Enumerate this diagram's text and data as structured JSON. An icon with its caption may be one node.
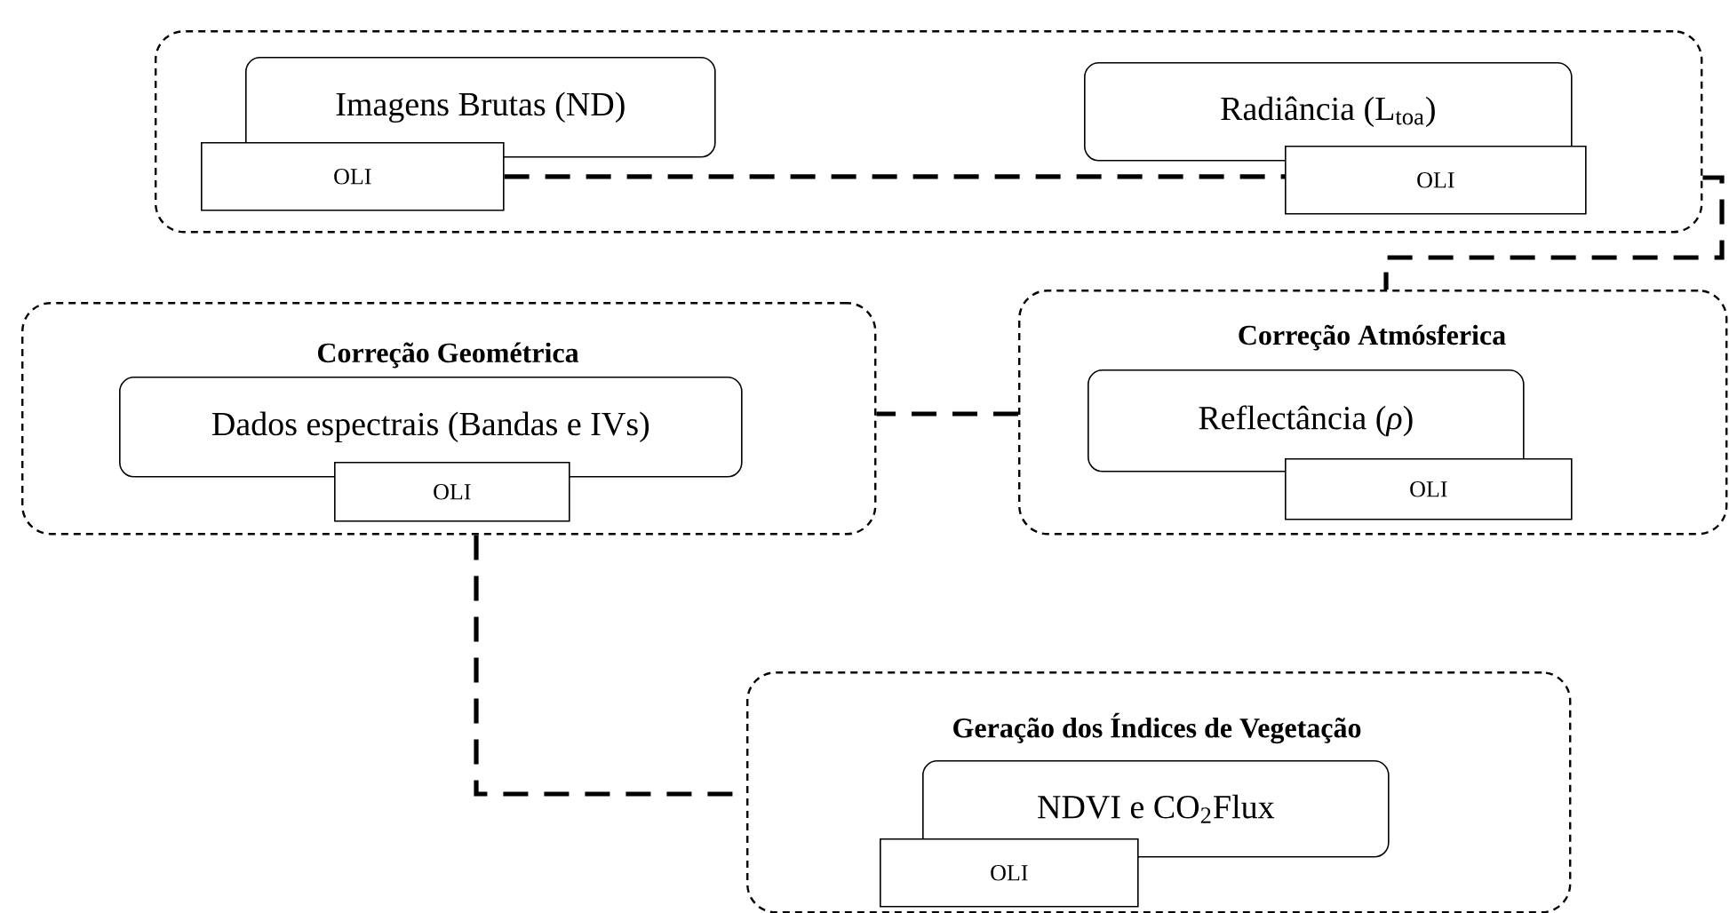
{
  "diagram": {
    "nodes": [
      {
        "text": [],
        "shape": "box"
      },
      {
        "text": [
          "Imagens Brutas (ND)"
        ],
        "in": 0
      },
      {
        "text": [
          "OLI"
        ],
        "in": 0
      },
      {
        "text": [
          "Radiância (L$_{toa}$)"
        ],
        "in": 0
      },
      {
        "text": [
          "OLI"
        ],
        "in": 0
      },
      {
        "text": [
          "Correção Geométrica"
        ]
      },
      {
        "text": [
          "Dados espectrais (Bandas e IVs)"
        ],
        "in": 5
      },
      {
        "text": [
          "OLI"
        ],
        "in": 5
      },
      {
        "text": [
          "Correção Atmósferica"
        ]
      },
      {
        "text": [
          "Reflectância (*ρ*)"
        ],
        "in": 8
      },
      {
        "text": [
          "OLI"
        ],
        "in": 8
      },
      {
        "text": [
          "Geração dos Índices de Vegetação"
        ]
      },
      {
        "text": [
          "NDVI e CO$_{2}$Flux"
        ],
        "in": 11
      },
      {
        "text": [
          "OLI"
        ],
        "in": 11
      }
    ],
    "edges": [
      {
        "from": 2,
        "to": 4,
        "arrow": "none",
        "style": "dashed"
      },
      {
        "from": 0,
        "to": 8,
        "arrow": "none",
        "style": "dashed"
      },
      {
        "from": 8,
        "to": 5,
        "arrow": "none",
        "style": "dashed"
      },
      {
        "from": 5,
        "to": 11,
        "arrow": "none",
        "style": "dashed"
      }
    ]
  }
}
